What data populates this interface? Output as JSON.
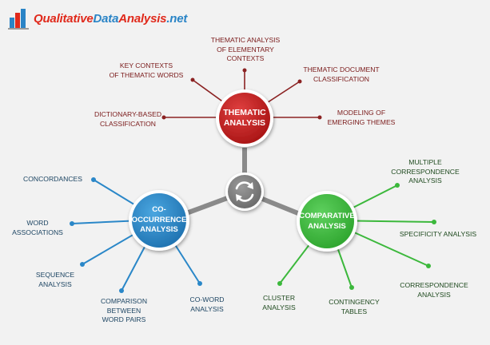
{
  "logo": {
    "icon": "bar-chart-logo-icon",
    "part1": "Qualitative",
    "part2": "Data",
    "part3": "Analysis",
    "part4": ".net"
  },
  "center": {
    "icon": "refresh-cycle-icon"
  },
  "thematic": {
    "title_line1": "THEMATIC",
    "title_line2": "ANALYSIS",
    "color": "#c01e1e",
    "items": [
      {
        "line1": "THEMATIC ANALYSIS",
        "line2": "OF ELEMENTARY",
        "line3": "CONTEXTS"
      },
      {
        "line1": "KEY CONTEXTS",
        "line2": "OF THEMATIC WORDS"
      },
      {
        "line1": "THEMATIC DOCUMENT",
        "line2": "CLASSIFICATION"
      },
      {
        "line1": "DICTIONARY-BASED",
        "line2": "CLASSIFICATION"
      },
      {
        "line1": "MODELING OF",
        "line2": "EMERGING THEMES"
      }
    ]
  },
  "cooccurrence": {
    "title_line1": "CO-",
    "title_line2": "OCCURRENCE",
    "title_line3": "ANALYSIS",
    "color": "#2a87c8",
    "items": [
      {
        "line1": "CONCORDANCES"
      },
      {
        "line1": "WORD",
        "line2": "ASSOCIATIONS"
      },
      {
        "line1": "SEQUENCE",
        "line2": "ANALYSIS"
      },
      {
        "line1": "COMPARISON",
        "line2": "BETWEEN",
        "line3": "WORD PAIRS"
      },
      {
        "line1": "CO-WORD",
        "line2": "ANALYSIS"
      }
    ]
  },
  "comparative": {
    "title_line1": "COMPARATIVE",
    "title_line2": "ANALYSIS",
    "color": "#3cb83c",
    "items": [
      {
        "line1": "MULTIPLE",
        "line2": "CORRESPONDENCE",
        "line3": "ANALYSIS"
      },
      {
        "line1": "SPECIFICITY ANALYSIS"
      },
      {
        "line1": "CORRESPONDENCE",
        "line2": "ANALYSIS"
      },
      {
        "line1": "CONTINGENCY",
        "line2": "TABLES"
      },
      {
        "line1": "CLUSTER",
        "line2": "ANALYSIS"
      }
    ]
  }
}
